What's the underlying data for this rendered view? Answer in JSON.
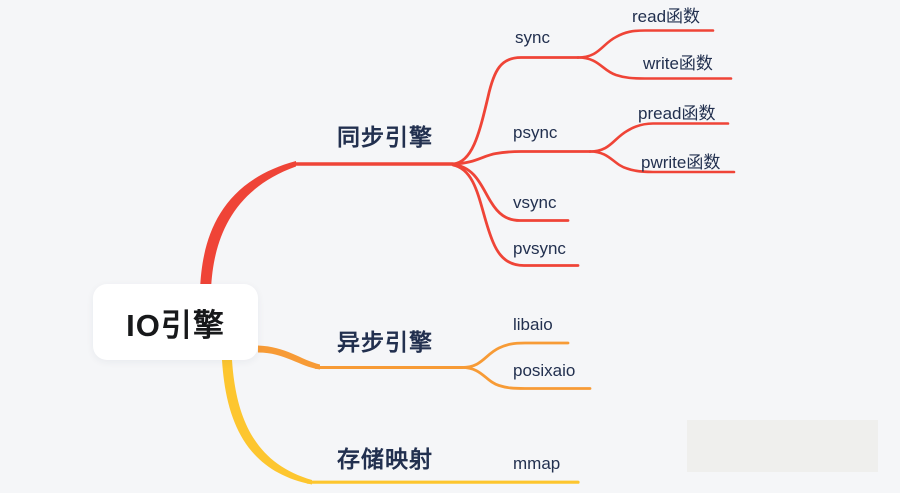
{
  "colors": {
    "background": "#f5f6f8",
    "sync_branch": "#ef4437",
    "async_branch": "#f79b36",
    "mmap_branch": "#fdc62f",
    "text_dark": "#22304f",
    "root_text": "#17181a",
    "root_bg": "#ffffff",
    "watermark_bg": "#efefed"
  },
  "root": {
    "label": "IO引擎"
  },
  "branches": [
    {
      "label": "同步引擎",
      "color": "#ef4437",
      "children": [
        {
          "label": "sync",
          "children": [
            {
              "label": "read函数"
            },
            {
              "label": "write函数"
            }
          ]
        },
        {
          "label": "psync",
          "children": [
            {
              "label": "pread函数"
            },
            {
              "label": "pwrite函数"
            }
          ]
        },
        {
          "label": "vsync",
          "children": []
        },
        {
          "label": "pvsync",
          "children": []
        }
      ]
    },
    {
      "label": "异步引擎",
      "color": "#f79b36",
      "children": [
        {
          "label": "libaio",
          "children": []
        },
        {
          "label": "posixaio",
          "children": []
        }
      ]
    },
    {
      "label": "存储映射",
      "color": "#fdc62f",
      "children": [
        {
          "label": "mmap",
          "children": []
        }
      ]
    }
  ]
}
